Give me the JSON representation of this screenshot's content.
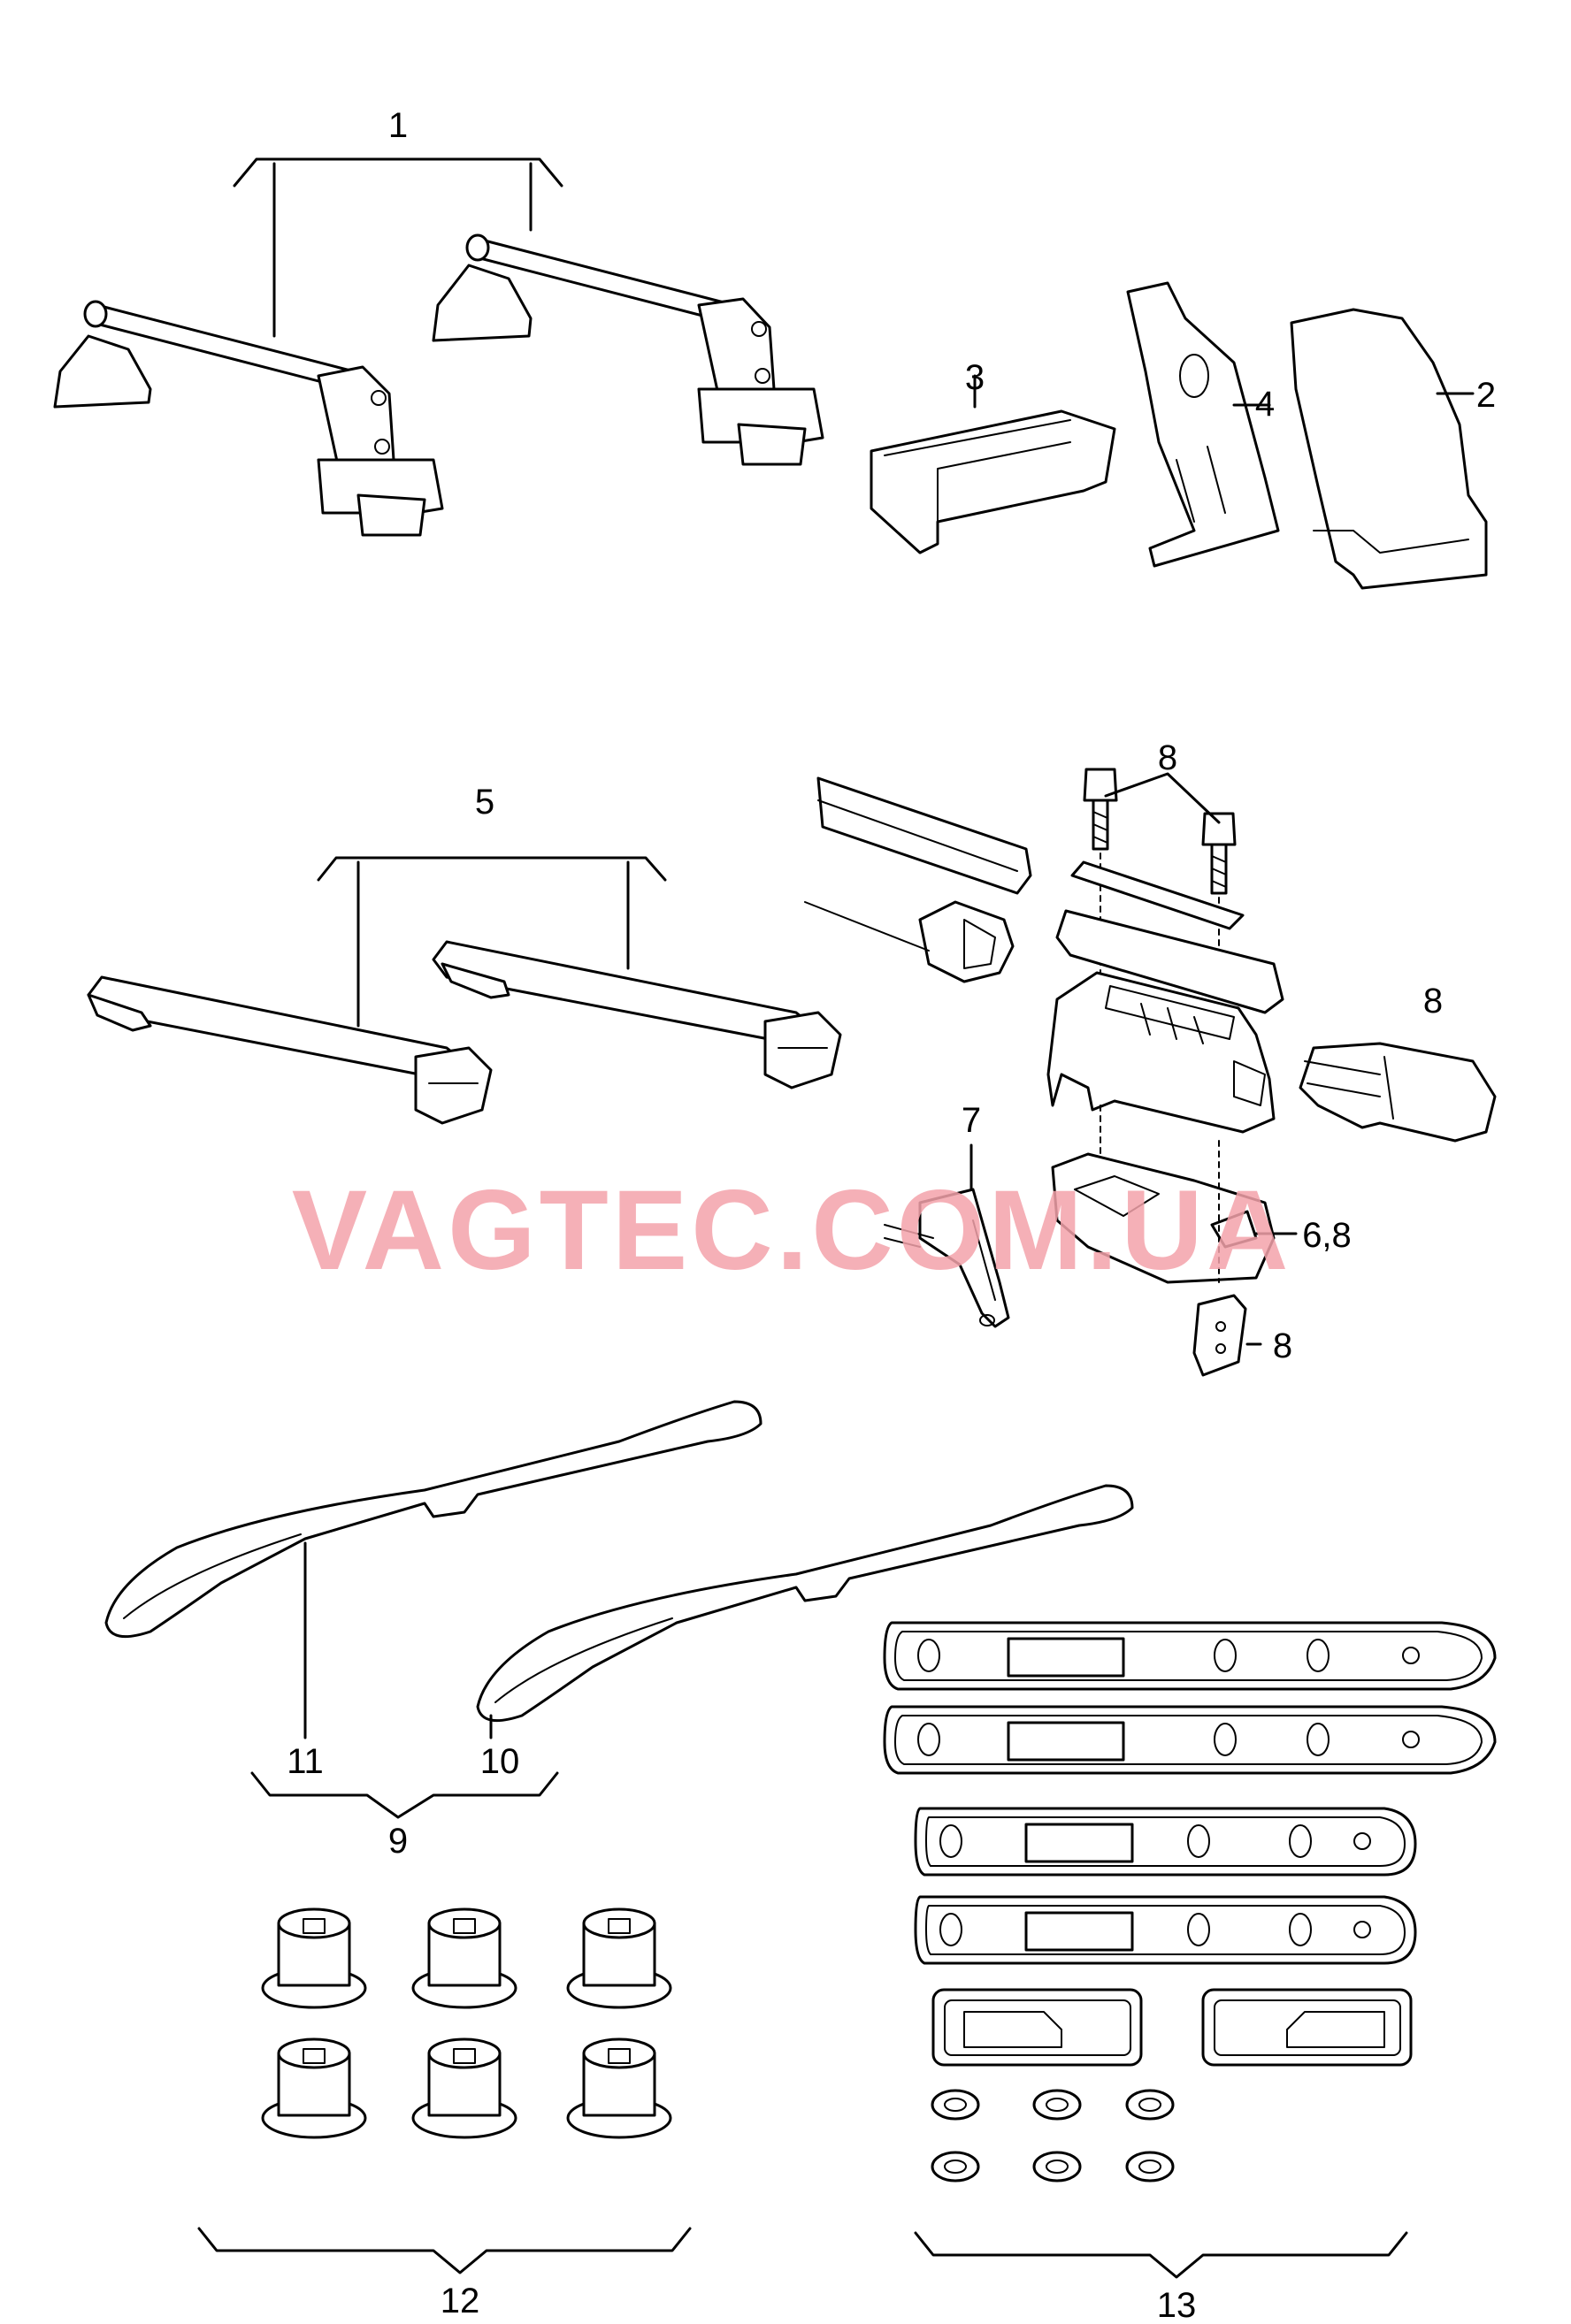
{
  "callouts": {
    "c1": "1",
    "c2": "2",
    "c3": "3",
    "c4": "4",
    "c5": "5",
    "c6_8": "6,8",
    "c7": "7",
    "c8a": "8",
    "c8b": "8",
    "c8c": "8",
    "c9": "9",
    "c10": "10",
    "c11": "11",
    "c12": "12",
    "c13": "13"
  },
  "watermark": "VAGTEC.COM.UA"
}
